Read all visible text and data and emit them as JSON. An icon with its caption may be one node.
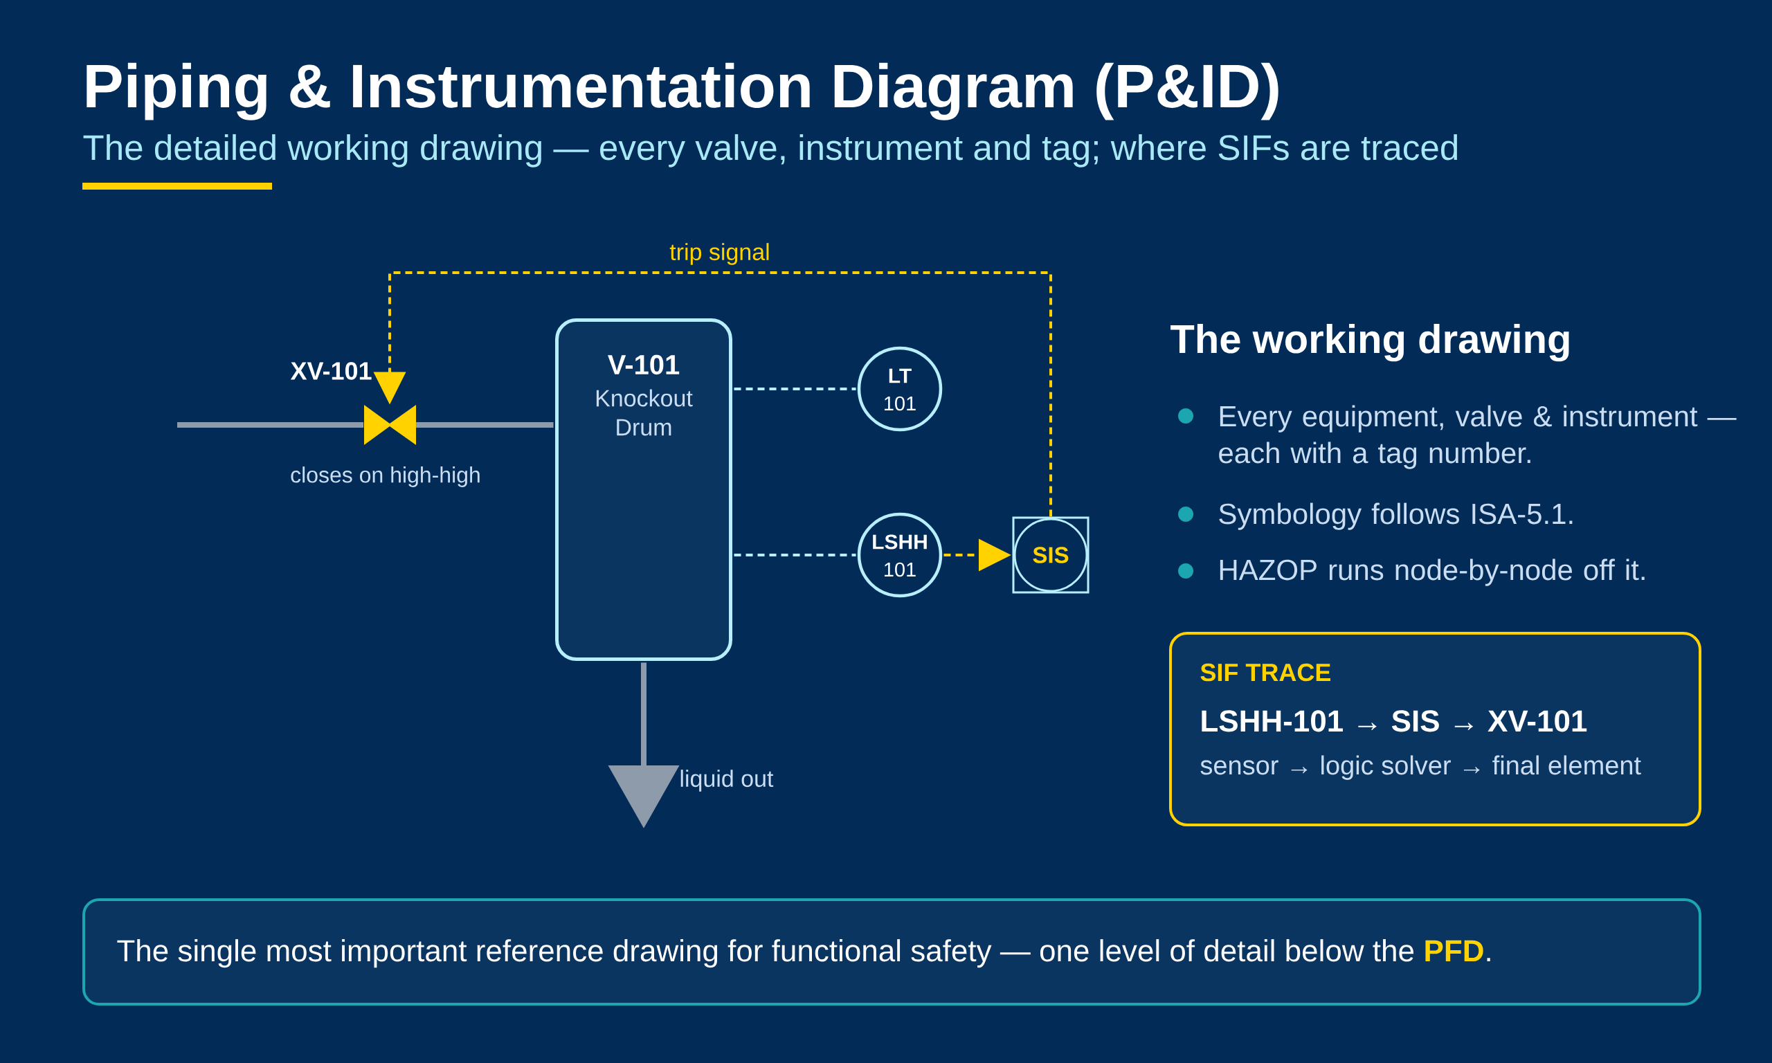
{
  "diagram": {
    "title": "Piping & Instrumentation Diagram (P&ID)",
    "nodes": [
      {
        "text": [
          "XV-101"
        ],
        "beside": [
          "closes on high-high"
        ]
      },
      {
        "text": [
          "V-101",
          "Knockout Drum"
        ]
      },
      {
        "text": [
          "LT",
          "101"
        ]
      },
      {
        "text": [
          "LSHH",
          "101"
        ]
      },
      {
        "text": [
          "SIS"
        ]
      },
      {
        "text": [
          "SIF TRACE",
          "LSHH-101 → SIS → XV-101",
          "sensor → logic solver → final element"
        ]
      },
      {
        "text": [
          "The single most important reference drawing for functional safety — one level of detail below the **PFD**."
        ]
      }
    ],
    "edges": [
      {
        "from": null,
        "to": 0,
        "arrow": "none",
        "style": "thick"
      },
      {
        "from": 0,
        "to": 1,
        "arrow": "none",
        "style": "thick"
      },
      {
        "from": 1,
        "to": 2,
        "arrow": "none",
        "style": "dashed",
        "color": "#b8efff"
      },
      {
        "from": 1,
        "to": 3,
        "arrow": "none",
        "style": "dashed",
        "color": "#b8efff"
      },
      {
        "from": 3,
        "to": 4,
        "arrow": "to",
        "style": "dashed",
        "color": "#ffd200"
      },
      {
        "from": 4,
        "to": 0,
        "arrow": "to",
        "label": "trip signal",
        "style": "dashed",
        "color": "#ffd200"
      },
      {
        "from": 1,
        "to": null,
        "arrow": "to",
        "label": "liquid out",
        "style": "thick"
      }
    ],
    "labels": [
      "The detailed working drawing — every valve, instrument and tag; where SIFs are traced",
      "The working drawing",
      "Every equipment, valve & instrument — each with a tag number.",
      "Symbology follows ISA-5.1.",
      "HAZOP runs node-by-node off it."
    ]
  }
}
